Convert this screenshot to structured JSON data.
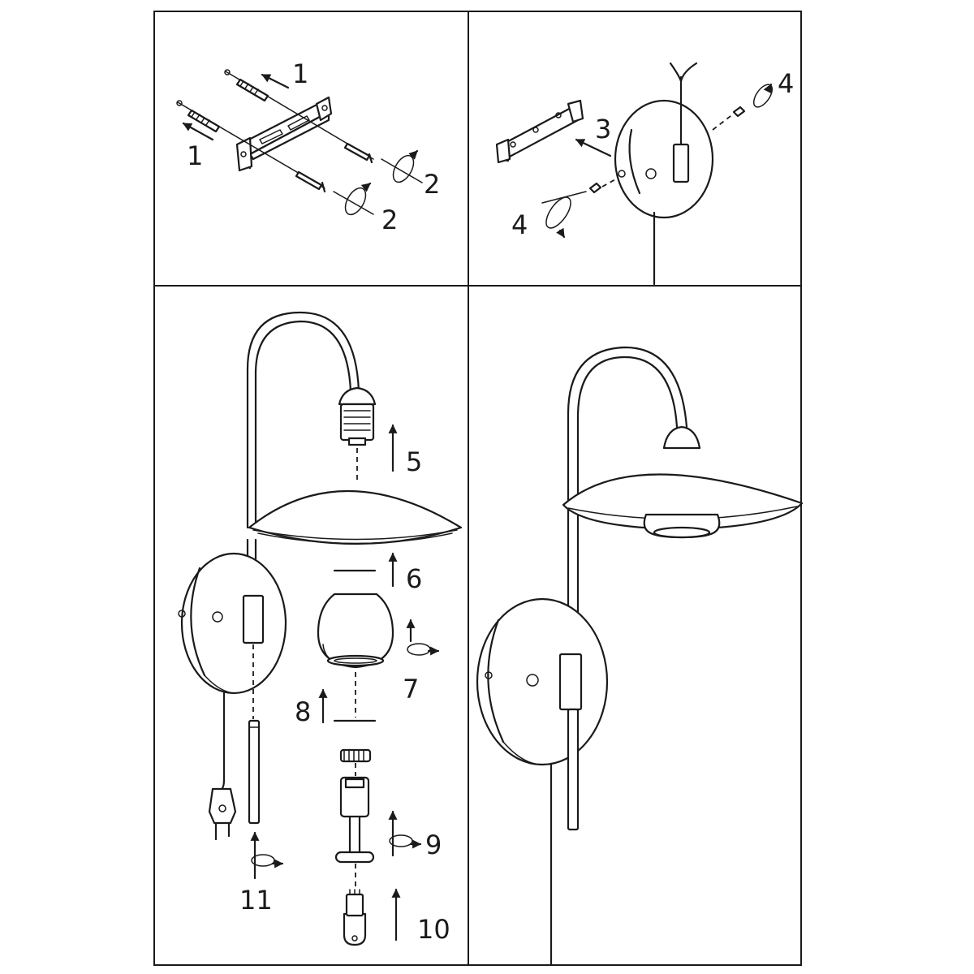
{
  "steps": {
    "s1a": "1",
    "s1b": "1",
    "s2a": "2",
    "s2b": "2",
    "s3": "3",
    "s4a": "4",
    "s4b": "4",
    "s5": "5",
    "s6": "6",
    "s7": "7",
    "s8": "8",
    "s9": "9",
    "s10": "10",
    "s11": "11"
  }
}
